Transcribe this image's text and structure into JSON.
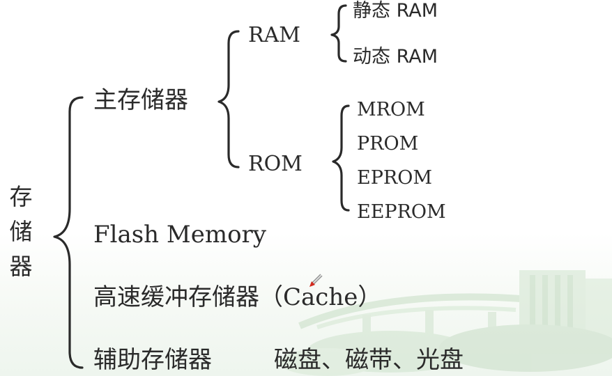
{
  "diagram": {
    "root": "存储器",
    "main_memory": {
      "label": "主存储器",
      "ram": {
        "label": "RAM",
        "children": [
          "静态 RAM",
          "动态 RAM"
        ]
      },
      "rom": {
        "label": "ROM",
        "children": [
          "MROM",
          "PROM",
          "EPROM",
          "EEPROM"
        ]
      }
    },
    "flash_memory": "Flash  Memory",
    "cache": {
      "label": "高速缓冲存储器",
      "paren": "（Cache）"
    },
    "auxiliary": {
      "label": "辅助存储器",
      "examples": "磁盘、磁带、光盘"
    }
  },
  "colors": {
    "text": "#2a2a2a",
    "watermark": "#b9d6b7",
    "cursor": "#d22a1e"
  },
  "icons": {
    "cursor": "pointer-arrow-icon"
  }
}
